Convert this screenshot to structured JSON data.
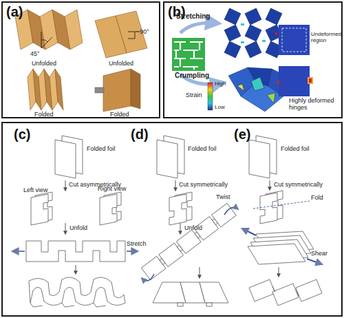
{
  "diagram": {
    "nodes": [
      {
        "text": [
          "(a)"
        ]
      },
      {
        "text": [
          "(b)"
        ]
      },
      {
        "text": [
          "(c)",
          "(d)",
          "(e)"
        ]
      }
    ],
    "labels": [
      "45°",
      "Unfolded",
      "Folded",
      "~90°",
      "Unfolded",
      "Folded",
      "Stretching",
      "Crumpling",
      "Strain",
      "High",
      "Low",
      "Undeformed region",
      "Highly deformed hinges",
      "Folded foil",
      "Cut asymmetrically",
      "Left view",
      "Right view",
      "Unfold",
      "Stretch",
      "Folded foil",
      "Cut symmetrically",
      "Unfold",
      "Twist",
      "Folded foil",
      "Cut symmetrically",
      "Fold",
      "Shear"
    ]
  }
}
